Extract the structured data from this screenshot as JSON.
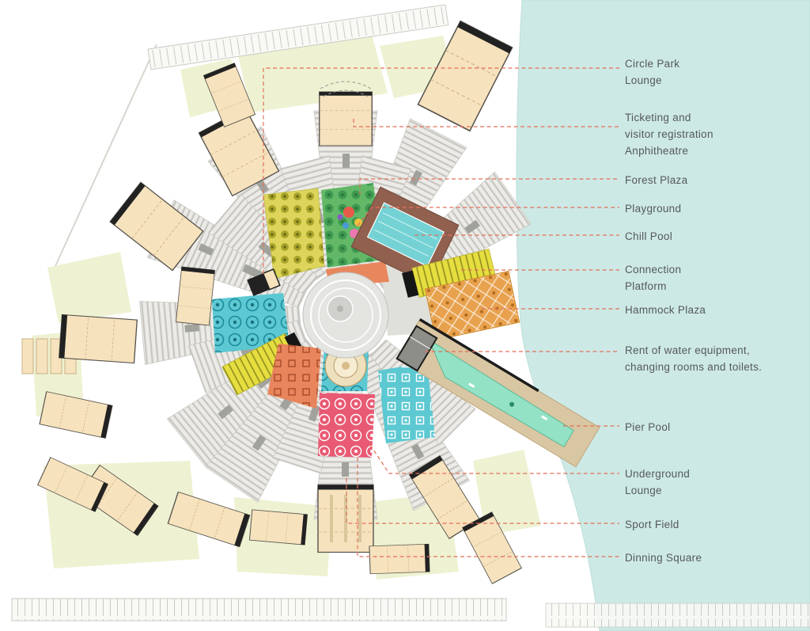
{
  "annotations": [
    {
      "id": "circle-park-lounge",
      "label": "Circle Park\nLounge"
    },
    {
      "id": "ticketing",
      "label": "Ticketing and\nvisitor registration\nAnphitheatre"
    },
    {
      "id": "forest-plaza",
      "label": "Forest Plaza"
    },
    {
      "id": "playground",
      "label": "Playground"
    },
    {
      "id": "chill-pool",
      "label": "Chill Pool"
    },
    {
      "id": "connection-platform",
      "label": "Connection\nPlatform"
    },
    {
      "id": "hammock-plaza",
      "label": "Hammock Plaza"
    },
    {
      "id": "rent-of-water-equipment",
      "label": "Rent of water equipment,\nchanging rooms and toilets."
    },
    {
      "id": "pier-pool",
      "label": "Pier Pool"
    },
    {
      "id": "underground-lounge",
      "label": "Underground\nLounge"
    },
    {
      "id": "sport-field",
      "label": "Sport Field"
    },
    {
      "id": "dinning-square",
      "label": "Dinning Square"
    }
  ],
  "colors": {
    "water": "#cde9e5",
    "park": "#eef2d2",
    "building": "#f6e2bd",
    "leader_line": "#e2705a",
    "label_text": "#54585c"
  }
}
